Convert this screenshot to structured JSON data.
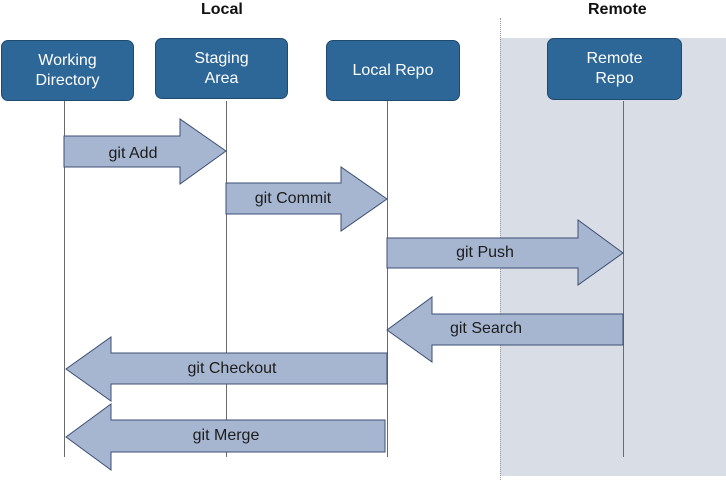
{
  "sections": {
    "local": "Local",
    "remote": "Remote"
  },
  "nodes": {
    "working": "Working\nDirectory",
    "staging": "Staging\nArea",
    "local_repo": "Local Repo",
    "remote_repo": "Remote\nRepo"
  },
  "arrows": {
    "add": "git Add",
    "commit": "git Commit",
    "push": "git Push",
    "search": "git Search",
    "checkout": "git Checkout",
    "merge": "git Merge"
  },
  "colors": {
    "node_fill": "#2d6797",
    "arrow_fill": "#a6b6d0",
    "arrow_stroke": "#3c4f73",
    "remote_area": "#d8dde6"
  }
}
